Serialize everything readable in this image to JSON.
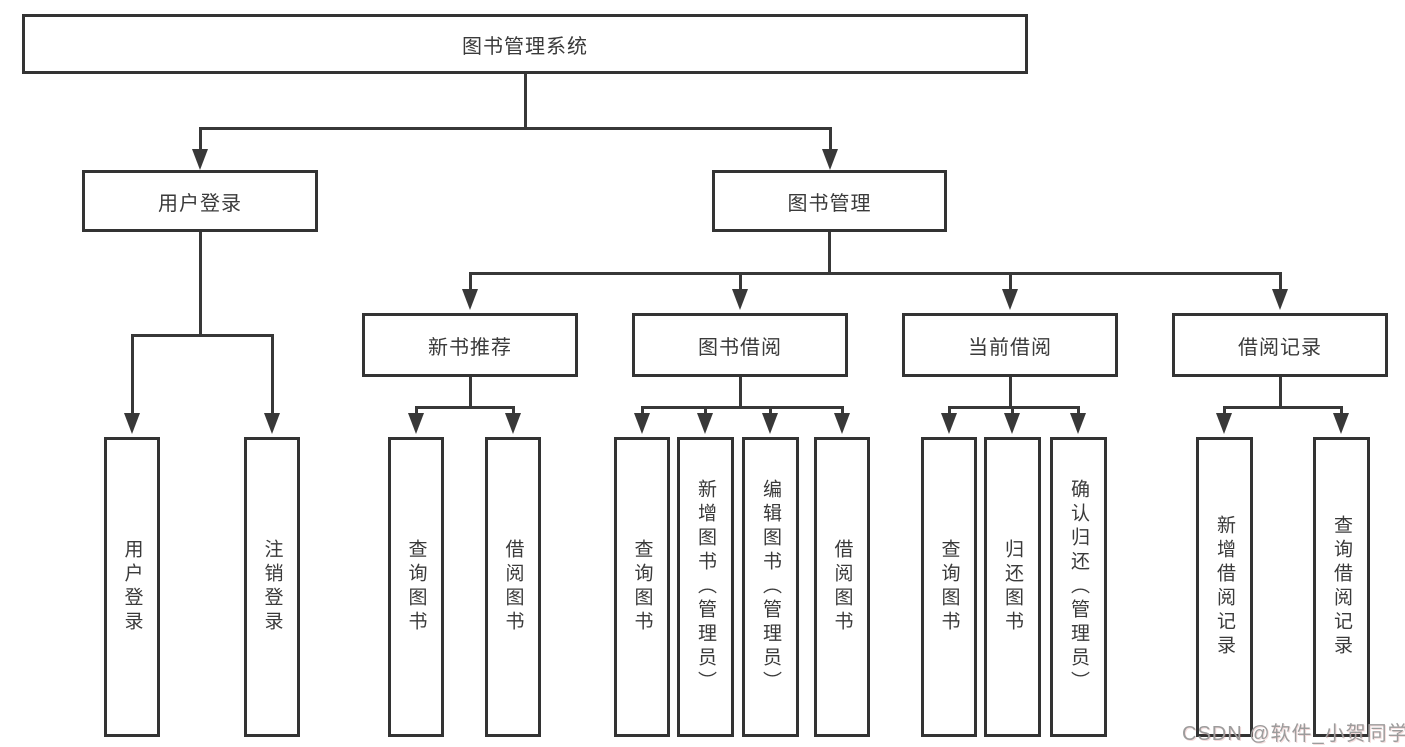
{
  "nodes": {
    "root": {
      "label": "图书管理系统"
    },
    "userLogin": {
      "label": "用户登录",
      "children": [
        {
          "label": "用户登录"
        },
        {
          "label": "注销登录"
        }
      ]
    },
    "bookManagement": {
      "label": "图书管理"
    },
    "newBookRecommend": {
      "label": "新书推荐",
      "children": [
        {
          "label": "查询图书"
        },
        {
          "label": "借阅图书"
        }
      ]
    },
    "bookBorrow": {
      "label": "图书借阅",
      "children": [
        {
          "label": "查询图书"
        },
        {
          "label": "新增图书（管理员）"
        },
        {
          "label": "编辑图书（管理员）"
        },
        {
          "label": "借阅图书"
        }
      ]
    },
    "currentBorrow": {
      "label": "当前借阅",
      "children": [
        {
          "label": "查询图书"
        },
        {
          "label": "归还图书"
        },
        {
          "label": "确认归还（管理员）"
        }
      ]
    },
    "borrowRecord": {
      "label": "借阅记录",
      "children": [
        {
          "label": "新增借阅记录"
        },
        {
          "label": "查询借阅记录"
        }
      ]
    }
  },
  "watermark": {
    "text": "CSDN @软件_小贺同学"
  },
  "colors": {
    "line": "#383838",
    "text": "#3a3a3a",
    "background": "#ffffff",
    "watermark": "#9c9c9c"
  }
}
